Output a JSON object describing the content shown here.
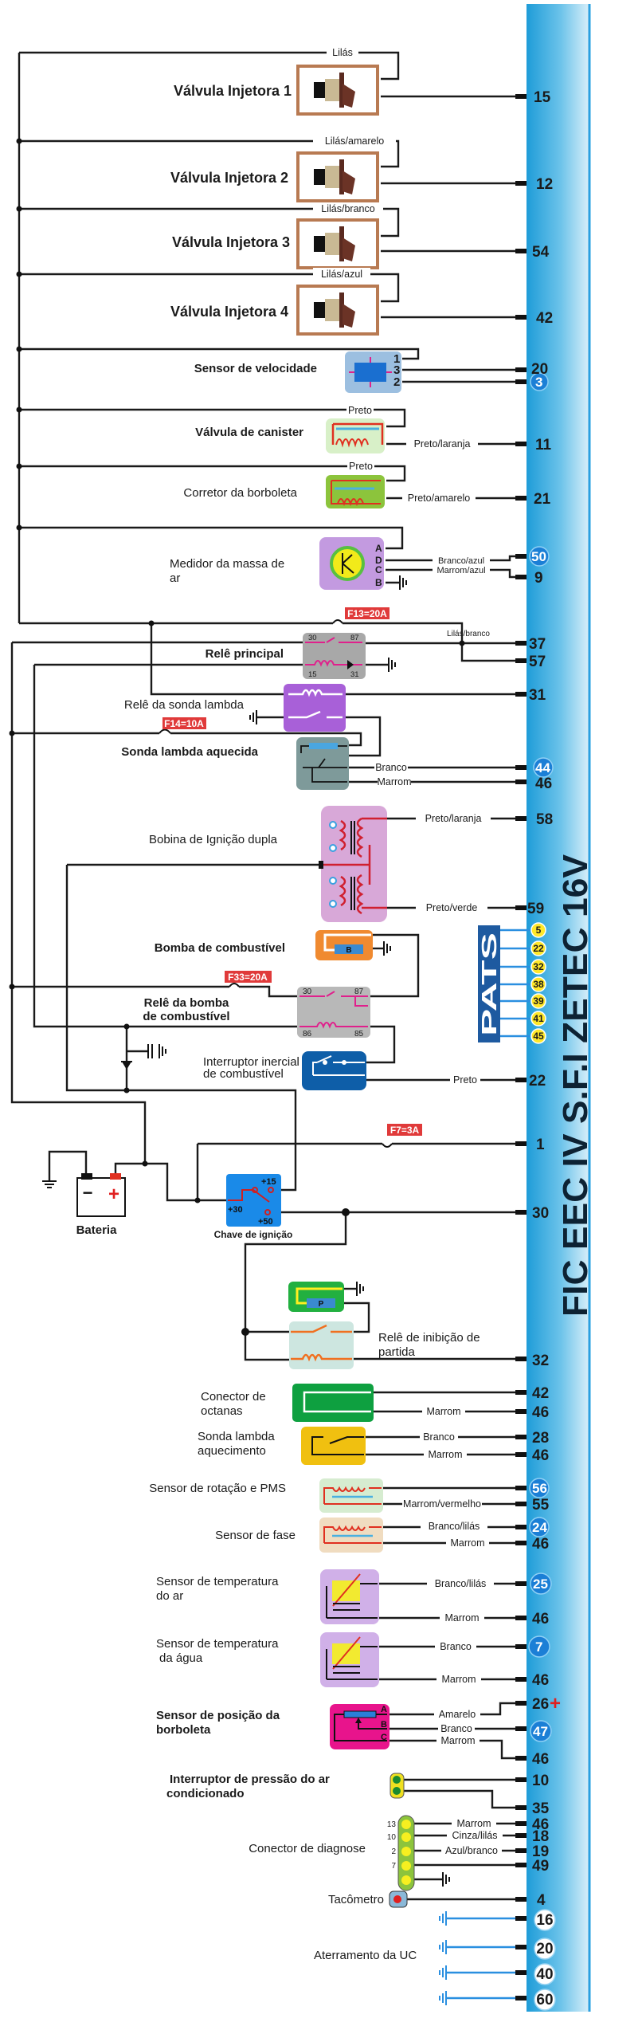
{
  "ecu": {
    "title": "FIC EEC IV S.F.I ZETEC 16V",
    "color": "#2aa6dc"
  },
  "pats": {
    "label": "PATS",
    "pins": [
      "5",
      "22",
      "32",
      "38",
      "39",
      "41",
      "45"
    ]
  },
  "injectors": [
    {
      "label": "Válvula Injetora 1",
      "wire": "Lilás",
      "pin": "15"
    },
    {
      "label": "Válvula Injetora 2",
      "wire": "Lilás/amarelo",
      "pin": "12"
    },
    {
      "label": "Válvula Injetora 3",
      "wire": "Lilás/branco",
      "pin": "54"
    },
    {
      "label": "Válvula Injetora 4",
      "wire": "Lilás/azul",
      "pin": "42"
    }
  ],
  "speed_sensor": {
    "label": "Sensor de velocidade",
    "terminals": [
      "1",
      "3",
      "2"
    ],
    "pins": [
      "20",
      "3"
    ]
  },
  "canister": {
    "label": "Válvula de canister",
    "wire_top": "Preto",
    "wire_bottom": "Preto/laranja",
    "pin": "11"
  },
  "throttle_corrector": {
    "label": "Corretor da borboleta",
    "wire_top": "Preto",
    "wire_bottom": "Preto/amarelo",
    "pin": "21"
  },
  "maf": {
    "label_line1": "Medidor da massa de",
    "label_line2": "ar",
    "terminals": [
      "A",
      "D",
      "C",
      "B"
    ],
    "wires": [
      "Branco/azul",
      "Marrom/azul"
    ],
    "pins": [
      "50",
      "9"
    ]
  },
  "fuses": {
    "f13": "F13=20A",
    "f14": "F14=10A",
    "f33": "F33=20A",
    "f7": "F7=3A"
  },
  "main_relay": {
    "label": "Relê principal",
    "terminals": [
      "30",
      "87",
      "15",
      "31"
    ],
    "wire": "Lilás/branco",
    "pins": [
      "37",
      "57"
    ]
  },
  "lambda_relay": {
    "label": "Relê da sonda lambda",
    "pin": "31"
  },
  "heated_lambda": {
    "label": "Sonda lambda aquecida",
    "wires": [
      "Branco",
      "Marrom"
    ],
    "pins": [
      "44",
      "46"
    ]
  },
  "coil": {
    "label": "Bobina de Ignição dupla",
    "wires": [
      "Preto/laranja",
      "Preto/verde"
    ],
    "pins": [
      "58",
      "59"
    ]
  },
  "fuel_pump": {
    "label": "Bomba de combustível",
    "symbol": "B"
  },
  "pump_relay": {
    "label_line1": "Relê da bomba",
    "label_line2": "de combustível",
    "terminals": [
      "30",
      "87",
      "86",
      "85"
    ]
  },
  "inertia_switch": {
    "label_line1": "Interruptor inercial",
    "label_line2": "de combustível",
    "wire": "Preto",
    "pin": "22"
  },
  "f7_pin": "1",
  "battery": {
    "label": "Bateria",
    "minus": "−",
    "plus": "+"
  },
  "ignition_switch": {
    "label": "Chave de ignição",
    "terminals": [
      "+15",
      "+30",
      "+50"
    ],
    "pin": "30"
  },
  "park_switch": {
    "symbol": "P"
  },
  "start_inhibit_relay": {
    "label_line1": "Relê de inibição de",
    "label_line2": "partida",
    "pin": "32"
  },
  "octane_connector": {
    "label_line1": "Conector de",
    "label_line2": "octanas",
    "wire": "Marrom",
    "pins": [
      "42",
      "46"
    ]
  },
  "lambda_heating": {
    "label_line1": "Sonda lambda",
    "label_line2": "aquecimento",
    "wires": [
      "Branco",
      "Marrom"
    ],
    "pins": [
      "28",
      "46"
    ]
  },
  "rpm_sensor": {
    "label": "Sensor de rotação e PMS",
    "wire": "Marrom/vermelho",
    "pins": [
      "56",
      "55"
    ]
  },
  "phase_sensor": {
    "label": "Sensor de fase",
    "wires": [
      "Branco/lilás",
      "Marrom"
    ],
    "pins": [
      "24",
      "46"
    ]
  },
  "air_temp": {
    "label_line1": "Sensor de temperatura",
    "label_line2": "do ar",
    "wires": [
      "Branco/lilás",
      "Marrom"
    ],
    "pins": [
      "25",
      "46"
    ]
  },
  "water_temp": {
    "label_line1": "Sensor de temperatura",
    "label_line2": "da água",
    "wires": [
      "Branco",
      "Marrom"
    ],
    "pins": [
      "7",
      "46"
    ]
  },
  "tps": {
    "label_line1": "Sensor de posição da",
    "label_line2": "borboleta",
    "terminals": [
      "A",
      "B",
      "C"
    ],
    "wires": [
      "Amarelo",
      "Branco",
      "Marrom"
    ],
    "pins": [
      "26",
      "47",
      "46"
    ],
    "plus": "+"
  },
  "ac_switch": {
    "label_line1": "Interruptor de pressão do ar",
    "label_line2": "condicionado",
    "pins": [
      "10",
      "35"
    ]
  },
  "diag_connector": {
    "label": "Conector de diagnose",
    "terminals": [
      "13",
      "10",
      "2",
      "7"
    ],
    "wires": [
      "Marrom",
      "Cinza/lilás",
      "Azul/branco"
    ],
    "pins": [
      "46",
      "18",
      "19",
      "49"
    ]
  },
  "tachometer": {
    "label": "Tacômetro",
    "pin": "4"
  },
  "ecu_ground": {
    "label": "Aterramento da UC",
    "pins": [
      "16",
      "20",
      "40",
      "60"
    ]
  }
}
